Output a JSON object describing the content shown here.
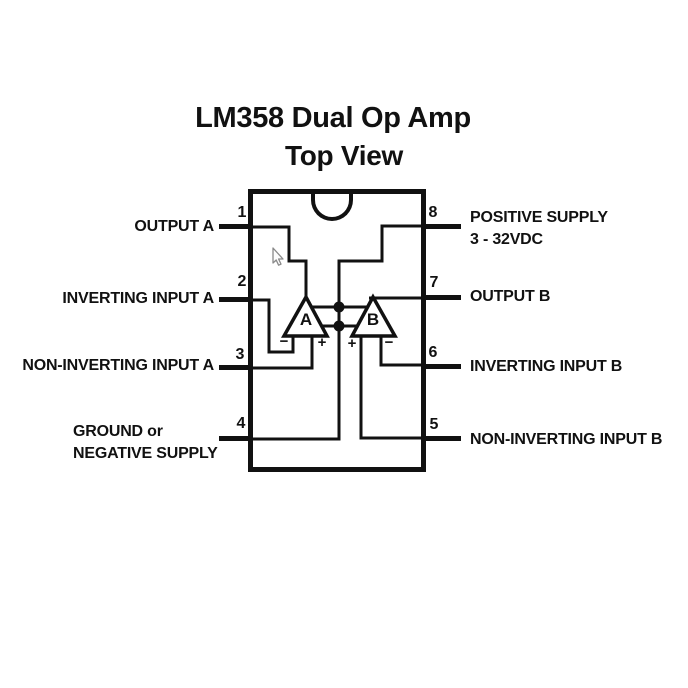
{
  "title": "LM358 Dual Op Amp",
  "subtitle": "Top View",
  "colors": {
    "line": "#111111",
    "background": "#ffffff",
    "cursor_outline": "#8a8a8a"
  },
  "pins": {
    "left": [
      {
        "number": "1",
        "label": "OUTPUT A"
      },
      {
        "number": "2",
        "label": "INVERTING INPUT A"
      },
      {
        "number": "3",
        "label": "NON-INVERTING INPUT A"
      },
      {
        "number": "4",
        "label_line1": "GROUND or",
        "label_line2": "NEGATIVE SUPPLY"
      }
    ],
    "right": [
      {
        "number": "8",
        "label_line1": "POSITIVE SUPPLY",
        "label_line2": "3 - 32VDC"
      },
      {
        "number": "7",
        "label": "OUTPUT B"
      },
      {
        "number": "6",
        "label": "INVERTING INPUT B"
      },
      {
        "number": "5",
        "label": "NON-INVERTING INPUT B"
      }
    ]
  },
  "opamps": [
    {
      "name": "A",
      "left_terminal": "−",
      "right_terminal": "+"
    },
    {
      "name": "B",
      "left_terminal": "+",
      "right_terminal": "−"
    }
  ]
}
